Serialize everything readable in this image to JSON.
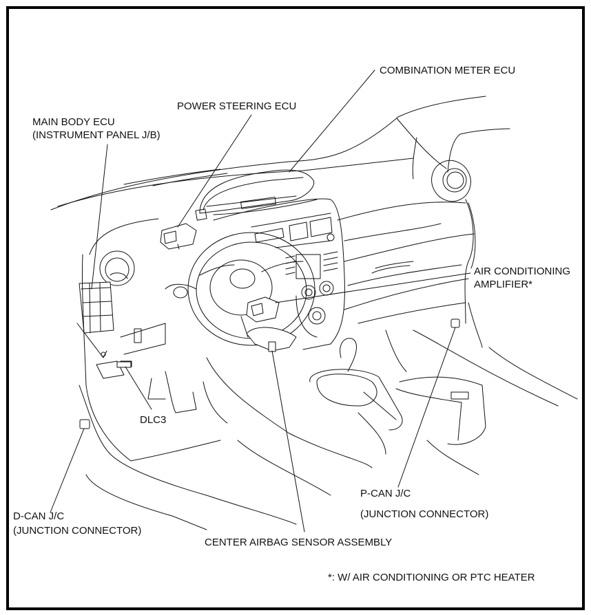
{
  "diagram": {
    "subject": "Vehicle interior instrument panel – CAN communication component locations",
    "labels": {
      "combination_meter": "COMBINATION METER ECU",
      "power_steering": "POWER STEERING ECU",
      "main_body_line1": "MAIN BODY ECU",
      "main_body_line2": "(INSTRUMENT PANEL J/B)",
      "air_conditioning_line1": "AIR CONDITIONING",
      "air_conditioning_line2": "AMPLIFIER*",
      "dlc3": "DLC3",
      "d_can_line1": "D-CAN J/C",
      "d_can_line2": "(JUNCTION CONNECTOR)",
      "p_can_line1": "P-CAN J/C",
      "p_can_line2": "(JUNCTION CONNECTOR)",
      "center_airbag": "CENTER AIRBAG SENSOR ASSEMBLY"
    },
    "footnote": "*: W/ AIR CONDITIONING OR PTC HEATER",
    "colors": {
      "line": "#111111",
      "background": "#ffffff",
      "frame": "#000000"
    }
  }
}
